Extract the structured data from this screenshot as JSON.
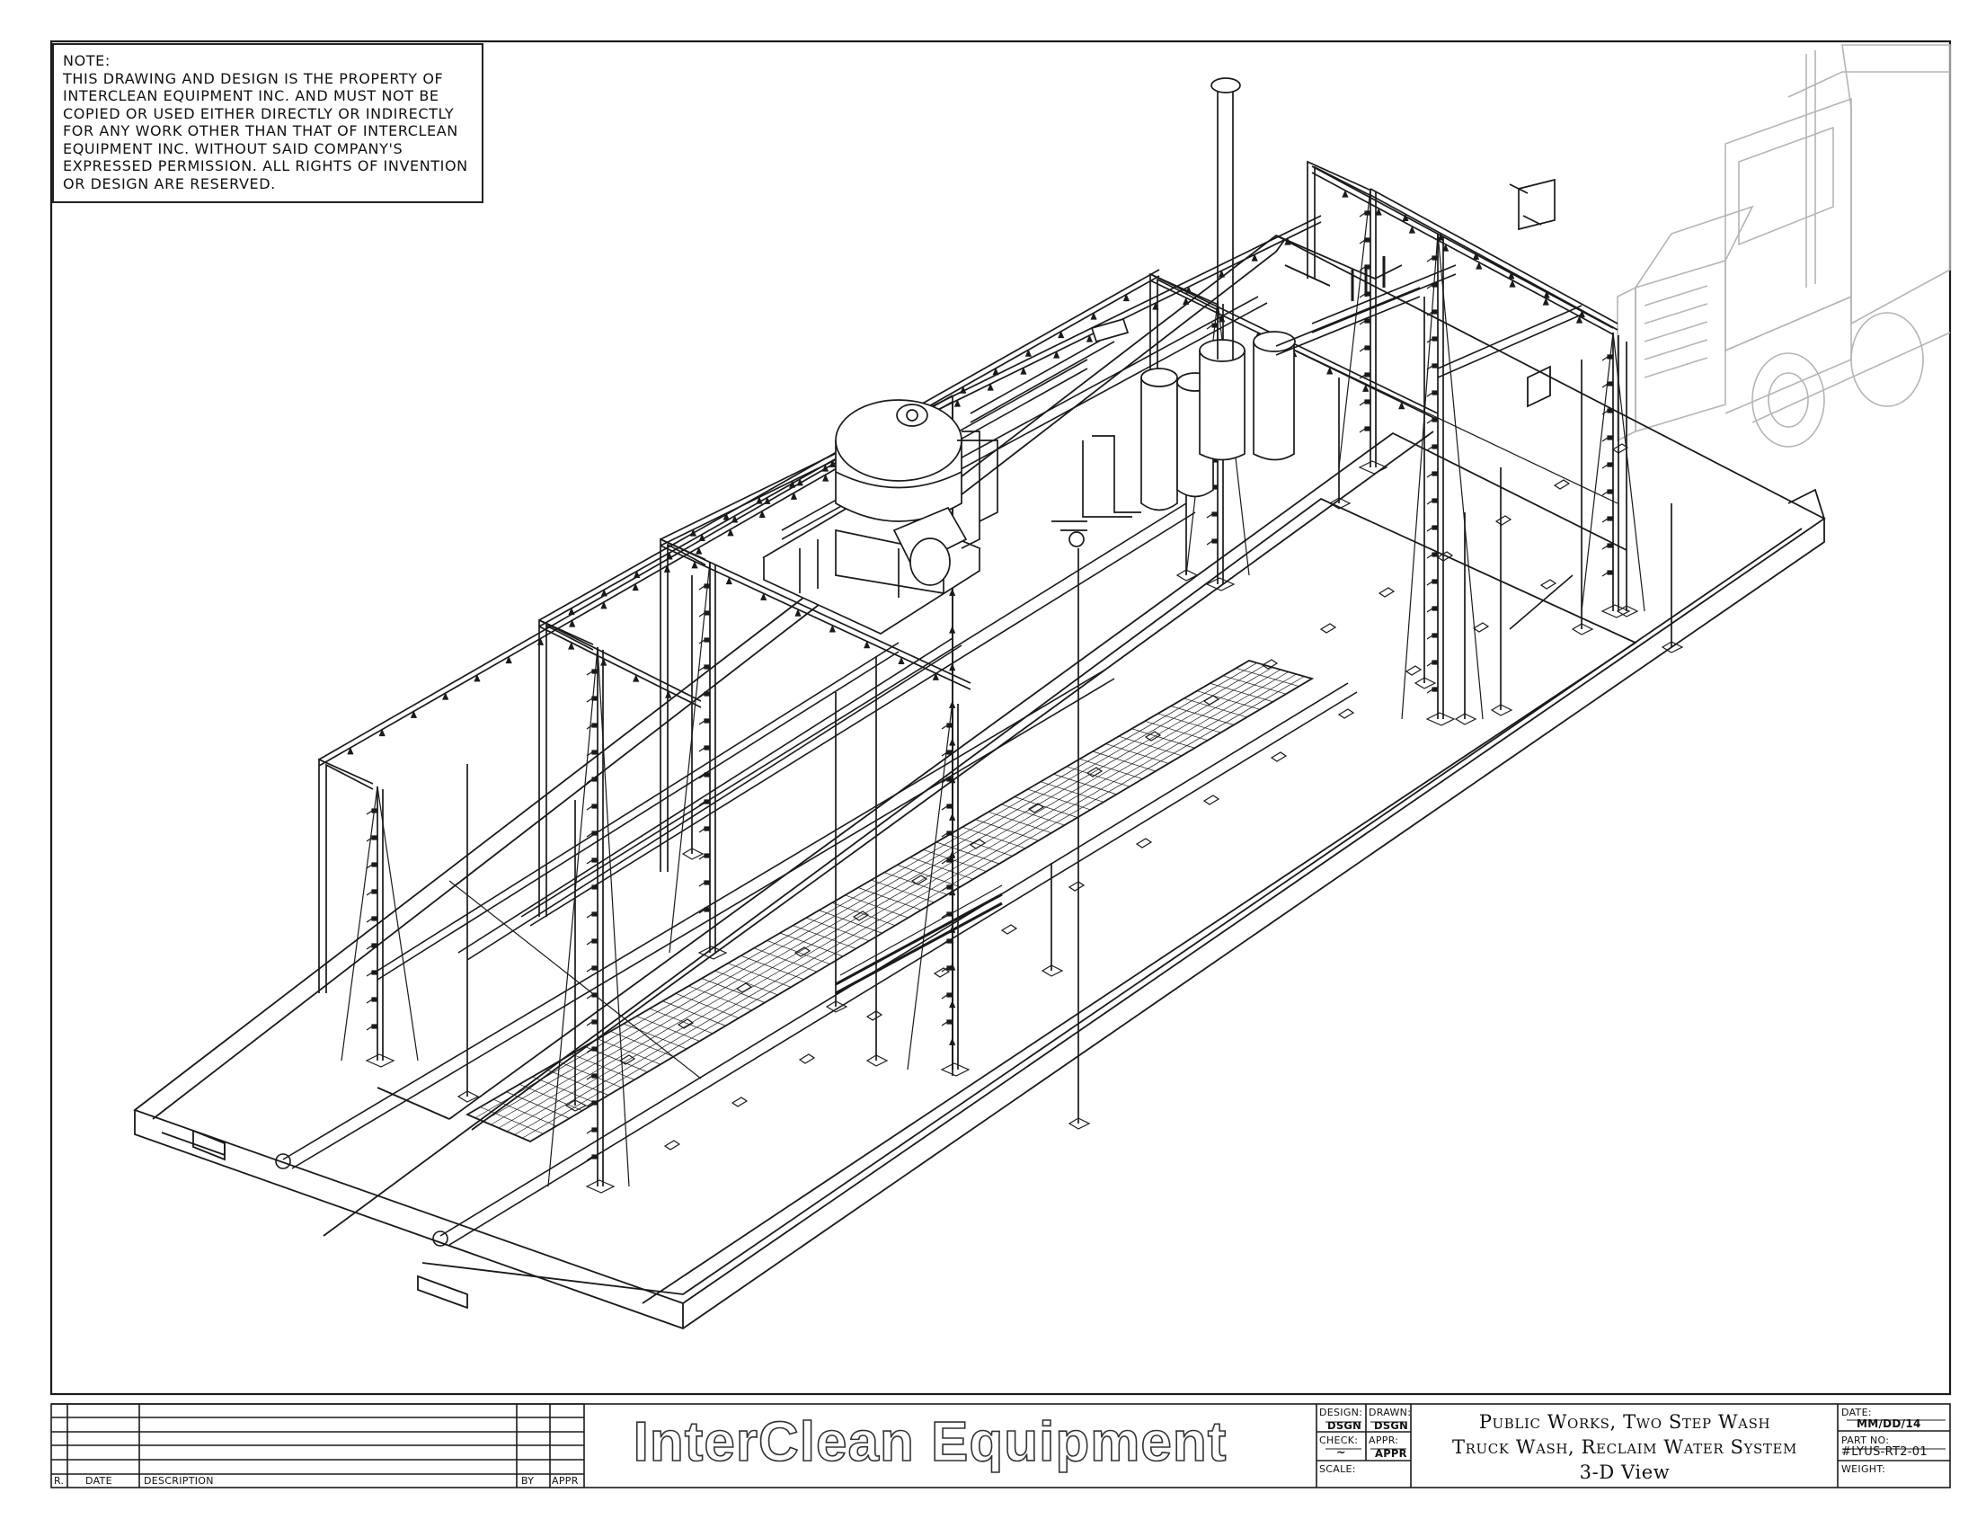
{
  "note": {
    "heading": "NOTE:",
    "lines": [
      "THIS DRAWING AND DESIGN IS THE PROPERTY OF",
      "INTERCLEAN EQUIPMENT INC. AND MUST NOT BE",
      "COPIED OR USED EITHER DIRECTLY OR INDIRECTLY",
      "FOR ANY WORK OTHER THAN THAT OF INTERCLEAN",
      "EQUIPMENT INC. WITHOUT SAID COMPANY'S",
      "EXPRESSED PERMISSION. ALL RIGHTS OF INVENTION",
      "OR DESIGN ARE RESERVED."
    ]
  },
  "revision_block": {
    "col_rev": "R.",
    "col_date": "DATE",
    "col_description": "DESCRIPTION",
    "col_by": "BY",
    "col_appr": "APPR"
  },
  "company": {
    "name": "InterClean Equipment"
  },
  "signoff": {
    "design_label": "DESIGN:",
    "design_value": "DSGN",
    "drawn_label": "DRAWN:",
    "drawn_value": "DSGN",
    "check_label": "CHECK:",
    "check_value": "~",
    "appr_label": "APPR:",
    "appr_value": "APPR",
    "scale_label": "SCALE:"
  },
  "title": {
    "line1": "Public Works, Two Step Wash",
    "line2": "Truck Wash, Reclaim Water System",
    "line3": "3-D View"
  },
  "drawing_info": {
    "date_label": "DATE:",
    "date_value": "MM/DD/14",
    "part_label": "PART NO:",
    "part_value": "#LYUS-RT2-01",
    "weight_label": "WEIGHT:"
  },
  "colors": {
    "line": "#1a1a1a",
    "truck": "#b5b5b5",
    "paper": "#ffffff"
  }
}
